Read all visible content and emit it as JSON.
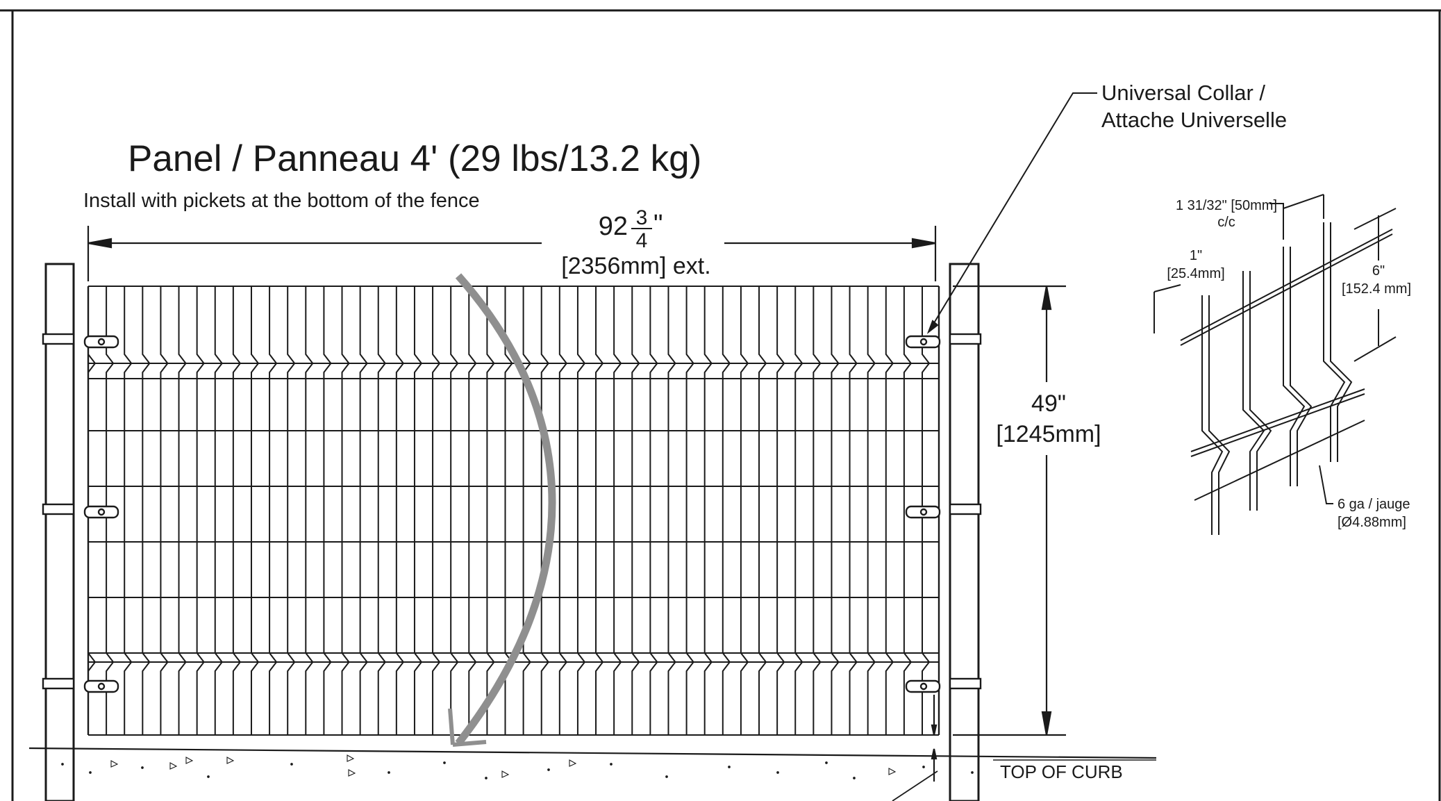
{
  "panel": {
    "title": "Panel / Panneau 4' (29 lbs/13.2 kg)",
    "install_note": "Install with pickets at the bottom of the fence"
  },
  "dimensions": {
    "width_whole": "92",
    "width_num": "3",
    "width_den": "4",
    "width_inch": "\"",
    "width_metric": "[2356mm] ext.",
    "height_imperial": "49\"",
    "height_metric": "[1245mm]"
  },
  "callouts": {
    "collar_line1": "Universal Collar /",
    "collar_line2": "Attache Universelle",
    "curb": "TOP OF CURB"
  },
  "detail": {
    "spacing": "1 31/32\" [50mm]",
    "spacing_cc": "c/c",
    "wire_offset_imperial": "1\"",
    "wire_offset_metric": "[25.4mm]",
    "mesh_imperial": "6\"",
    "mesh_metric": "[152.4 mm]",
    "gauge": "6 ga / jauge",
    "gauge_diameter": "[Ø4.88mm]"
  },
  "colors": {
    "line": "#1a1a1a",
    "arrow": "#8f8f8f"
  }
}
